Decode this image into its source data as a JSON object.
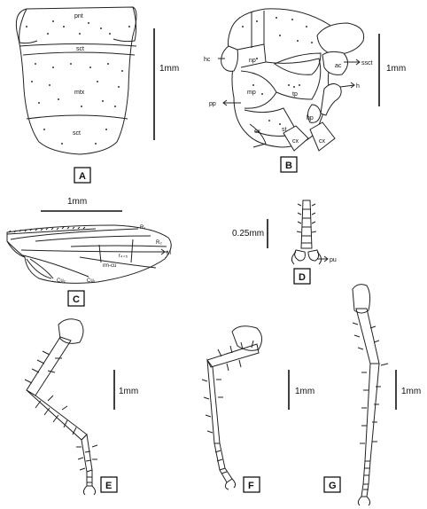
{
  "panels": {
    "A": {
      "label": "A",
      "scale": "1mm",
      "parts": {
        "pnt": "pnt",
        "mtx": "mtx",
        "sct": "sct"
      }
    },
    "B": {
      "label": "B",
      "scale": "1mm",
      "parts": {
        "hc": "hc",
        "np": "np",
        "ac": "ac",
        "ssct": "ssct",
        "pp": "pp",
        "mp": "mp",
        "tp": "tp",
        "h": "h",
        "hp": "hp",
        "cx1": "cx",
        "st": "st",
        "cx2": "cx",
        "cx3": "cx"
      }
    },
    "C": {
      "label": "C",
      "scale": "1mm",
      "parts": {
        "r1": "R₁",
        "r2": "R₂",
        "m": "M",
        "r45": "r₄₊₅",
        "rmcu": "rm-cu",
        "cu1": "Cu₁",
        "cu2": "←Cu₂"
      }
    },
    "D": {
      "label": "D",
      "scale": "0.25mm",
      "parts": {
        "pu": "pu"
      }
    },
    "E": {
      "label": "E",
      "scale": "1mm"
    },
    "F": {
      "label": "F",
      "scale": "1mm"
    },
    "G": {
      "label": "G",
      "scale": "1mm"
    }
  }
}
